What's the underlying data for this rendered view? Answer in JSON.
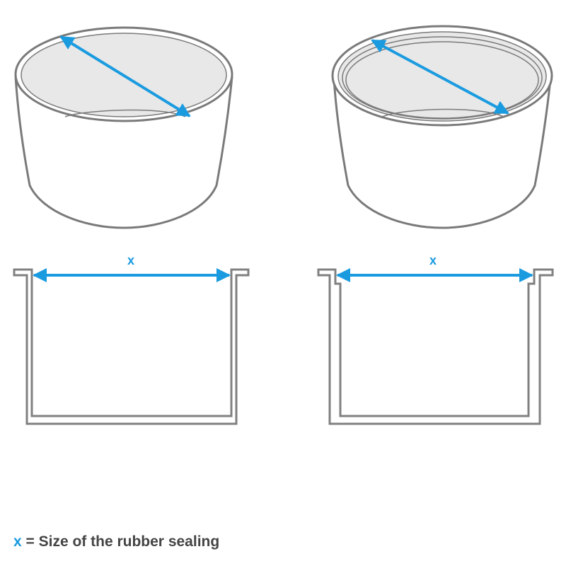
{
  "diagram": {
    "left_section_label": "x",
    "right_section_label": "x",
    "legend_symbol": "x",
    "legend_text": "= Size of the rubber sealing"
  },
  "colors": {
    "accent": "#1a9be0",
    "outline": "#808080",
    "fill": "#e8e8e8"
  }
}
